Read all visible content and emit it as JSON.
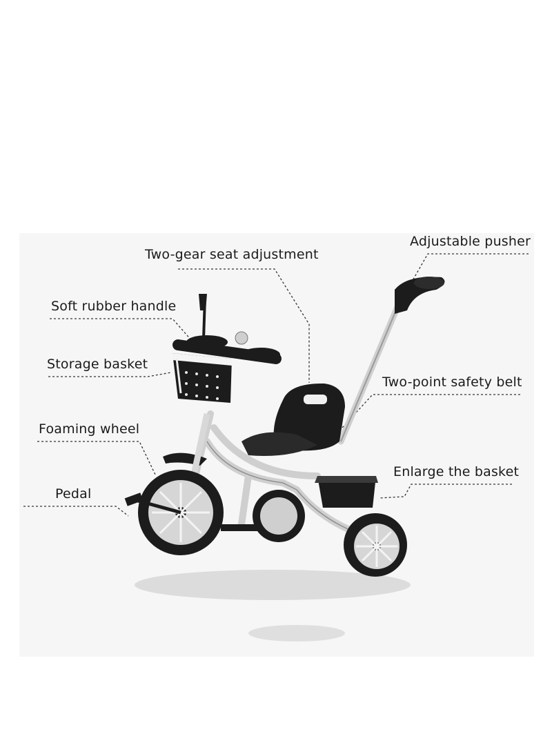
{
  "callouts": {
    "seat": "Two-gear seat adjustment",
    "pusher": "Adjustable pusher",
    "handle": "Soft rubber handle",
    "basket": "Storage basket",
    "belt": "Two-point safety belt",
    "wheel": "Foaming wheel",
    "rear_basket": "Enlarge the basket",
    "pedal": "Pedal"
  },
  "colors": {
    "background": "#ffffff",
    "panel": "#f6f6f6",
    "frame": "#d8d8d8",
    "dark": "#1c1c1c",
    "text": "#1a1a1a"
  }
}
